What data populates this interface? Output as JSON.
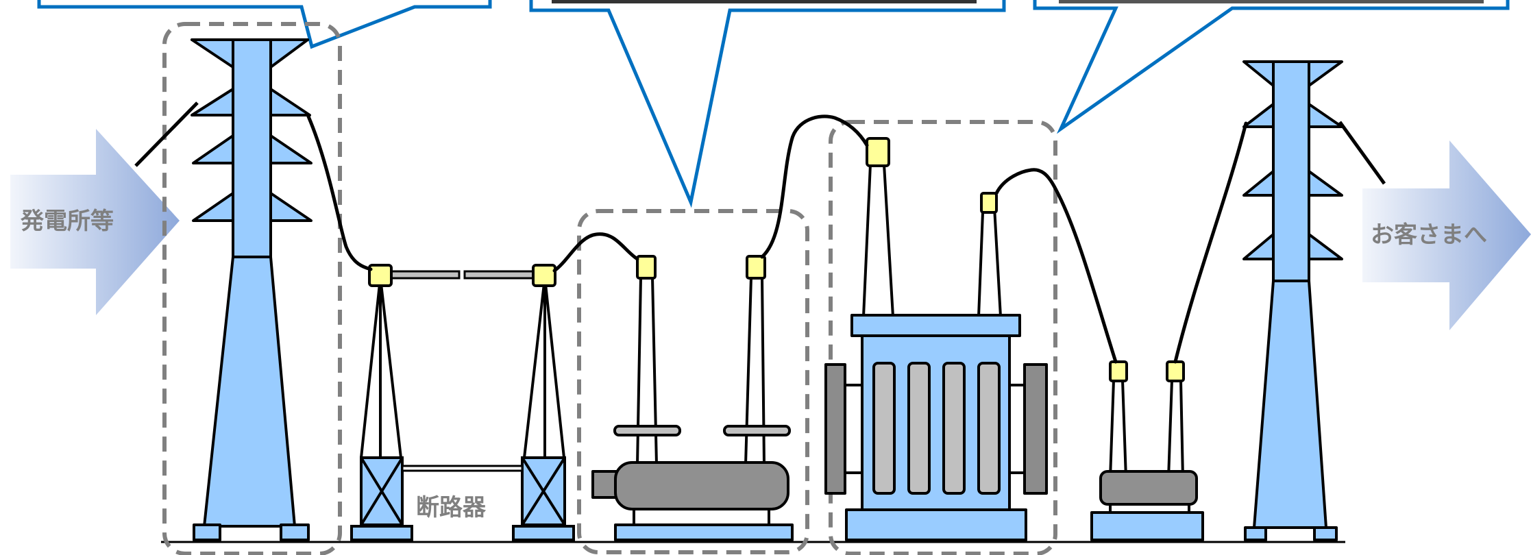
{
  "labels": {
    "source": "発電所等",
    "destination": "お客さまへ",
    "disconnector": "断路器"
  },
  "colors": {
    "equipment_blue": "#99ccff",
    "insulator_yellow": "#ffff99",
    "callout_border": "#0070c0",
    "dashed_group": "#808080",
    "label_gray": "#7f7f7f",
    "arrow_light": "#e6ecf7",
    "arrow_dark": "#8ea9db"
  }
}
